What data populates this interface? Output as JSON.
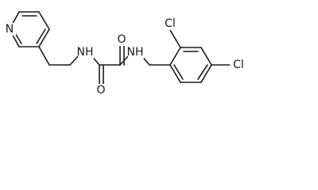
{
  "molecule": {
    "atoms": [
      {
        "id": "pyridine-n",
        "symbol": "N"
      },
      {
        "id": "amide-nh-left",
        "symbol": "NH"
      },
      {
        "id": "amide-nh-right",
        "symbol": "NH"
      },
      {
        "id": "carbonyl-o-top",
        "symbol": "O"
      },
      {
        "id": "carbonyl-o-bottom",
        "symbol": "O"
      },
      {
        "id": "chlorine-top",
        "symbol": "Cl"
      },
      {
        "id": "chlorine-right",
        "symbol": "Cl"
      }
    ]
  }
}
